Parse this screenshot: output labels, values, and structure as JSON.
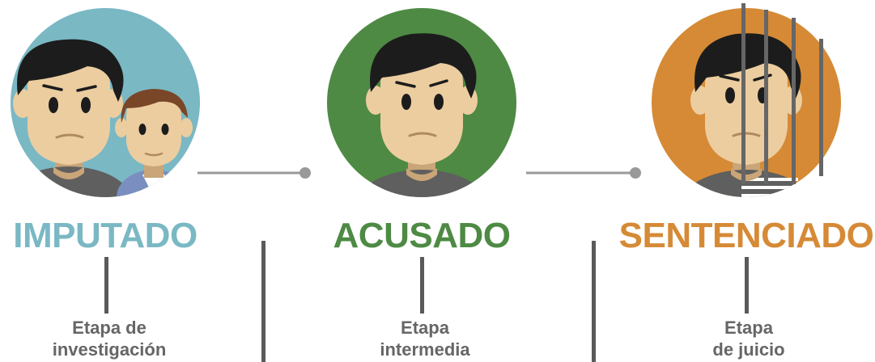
{
  "colors": {
    "imputado": "#7ab8c4",
    "acusado": "#4e8a44",
    "sentenciado": "#d68a36",
    "connector": "#999999",
    "stem": "#5a5a5a",
    "stage_text": "#666666",
    "skin": "#eccda0",
    "hair": "#1c1c1c",
    "shirt": "#5f5f5f",
    "bars": "#666666"
  },
  "steps": [
    {
      "title": "IMPUTADO",
      "stage_line1": "Etapa de",
      "stage_line2": "investigación",
      "icon": "person-with-lawyer-icon"
    },
    {
      "title": "ACUSADO",
      "stage_line1": "Etapa",
      "stage_line2": "intermedia",
      "icon": "person-icon"
    },
    {
      "title": "SENTENCIADO",
      "stage_line1": "Etapa",
      "stage_line2": "de juicio",
      "icon": "prisoner-behind-bars-icon"
    }
  ]
}
